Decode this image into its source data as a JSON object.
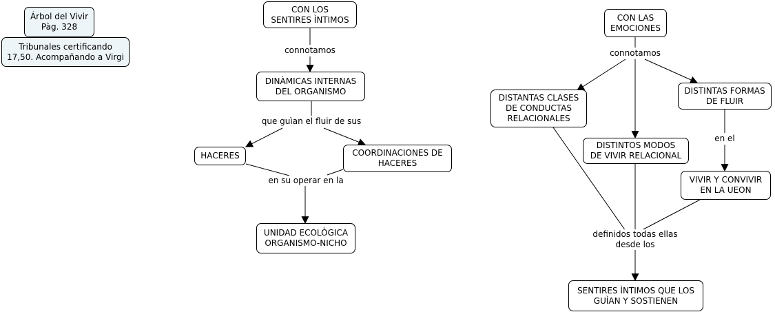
{
  "colors": {
    "line": "#000000",
    "node_fill": "#ffffff",
    "note_fill": "#eef5f8"
  },
  "notes": {
    "arbol": "Árbol del Vivir\nPàg. 328",
    "tribunales": "Tribunales certificando\n17,50. Acompañando a Virgi"
  },
  "nodes": {
    "sentires_intimos": "CON LOS\nSENTIRES ÌNTIMOS",
    "dinamicas": "DINÀMICAS INTERNAS\nDEL ORGANISMO",
    "haceres": "HACERES",
    "coordinaciones": "COORDINACIONES DE\nHACERES",
    "unidad": "UNIDAD ECOLÒGICA\nORGANISMO-NICHO",
    "emociones": "CON LAS\nEMOCIONES",
    "clases": "DISTANTAS CLASES\nDE CONDUCTAS\nRELACIONALES",
    "formas": "DISTINTAS FORMAS\nDE FLUIR",
    "modos": "DISTINTOS MODOS\nDE VIVIR RELACIONAL",
    "vivir": "VIVIR Y CONVIVIR\nEN LA UEON",
    "sentires_guian": "SENTIRES ÌNTIMOS QUE LOS\nGUÌAN Y SOSTIENEN"
  },
  "links": {
    "connotamos_left": "connotamos",
    "guian": "que guìan el fluir de sus",
    "operar": "en su operar en la",
    "connotamos_right": "connotamos",
    "en_el": "en el",
    "definidos": "definidos todas ellas\ndesde los"
  }
}
